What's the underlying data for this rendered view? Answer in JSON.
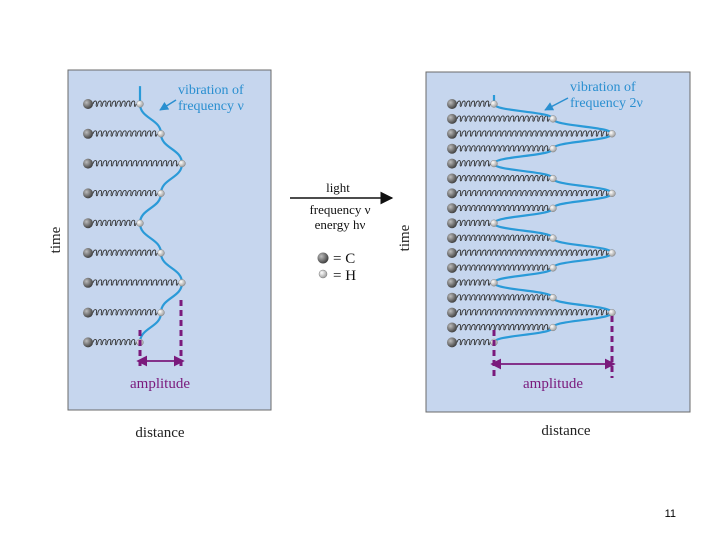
{
  "left_panel": {
    "annotation_line1": "vibration of",
    "annotation_line2": "frequency ν",
    "amplitude_label": "amplitude",
    "time_label": "time",
    "distance_label": "distance",
    "atom_count": 9
  },
  "right_panel": {
    "annotation_line1": "vibration of",
    "annotation_line2": "frequency 2ν",
    "amplitude_label": "amplitude",
    "time_label": "time",
    "distance_label": "distance",
    "atom_count": 17
  },
  "center": {
    "arrow_top_label": "light",
    "arrow_bottom_line1": "frequency ν",
    "arrow_bottom_line2": "energy hν",
    "legend": [
      {
        "symbol": "= C",
        "atom": "carbon"
      },
      {
        "symbol": "= H",
        "atom": "hydrogen"
      }
    ]
  },
  "colors": {
    "panel_fill": "#c6d6ee",
    "panel_border": "#6b6b6b",
    "wave": "#2a9ad8",
    "accent": "#7a1a7c",
    "annotation": "#2a8fd0",
    "carbon": "#5e5e5e",
    "hydrogen": "#e8e8e8"
  },
  "page_number": "11"
}
